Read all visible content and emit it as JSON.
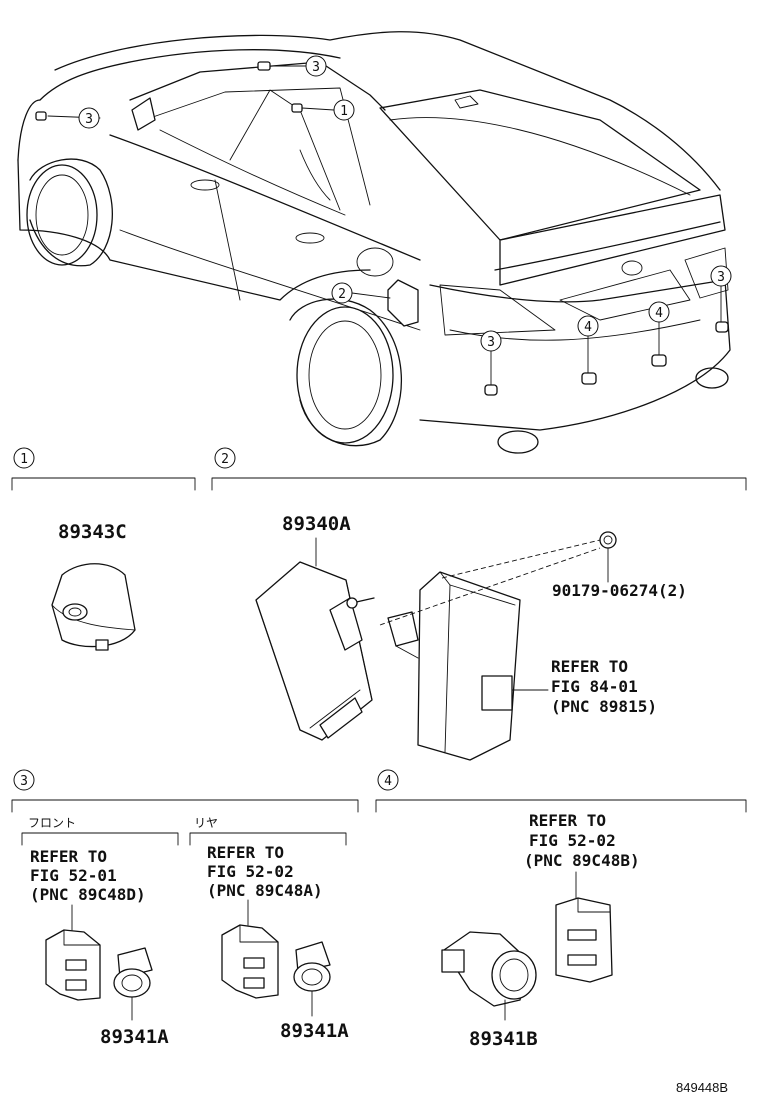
{
  "diagram_id": "849448B",
  "callouts": [
    "1",
    "2",
    "3",
    "4"
  ],
  "sections": [
    {
      "number": "1",
      "parts": [
        {
          "label": "89343C"
        }
      ]
    },
    {
      "number": "2",
      "parts": [
        {
          "label": "89340A"
        },
        {
          "label": "90179-06274(2)"
        }
      ],
      "refer": [
        "REFER TO",
        "FIG 84-01",
        "(PNC 89815)"
      ]
    },
    {
      "number": "3",
      "subsections": [
        {
          "title": "フロント",
          "refer": [
            "REFER TO",
            "FIG 52-01",
            "(PNC 89C48D)"
          ],
          "part": "89341A"
        },
        {
          "title": "リヤ",
          "refer": [
            "REFER TO",
            "FIG 52-02",
            "(PNC 89C48A)"
          ],
          "part": "89341A"
        }
      ]
    },
    {
      "number": "4",
      "refer": [
        "REFER TO",
        "FIG 52-02",
        "(PNC 89C48B)"
      ],
      "part": "89341B"
    }
  ]
}
